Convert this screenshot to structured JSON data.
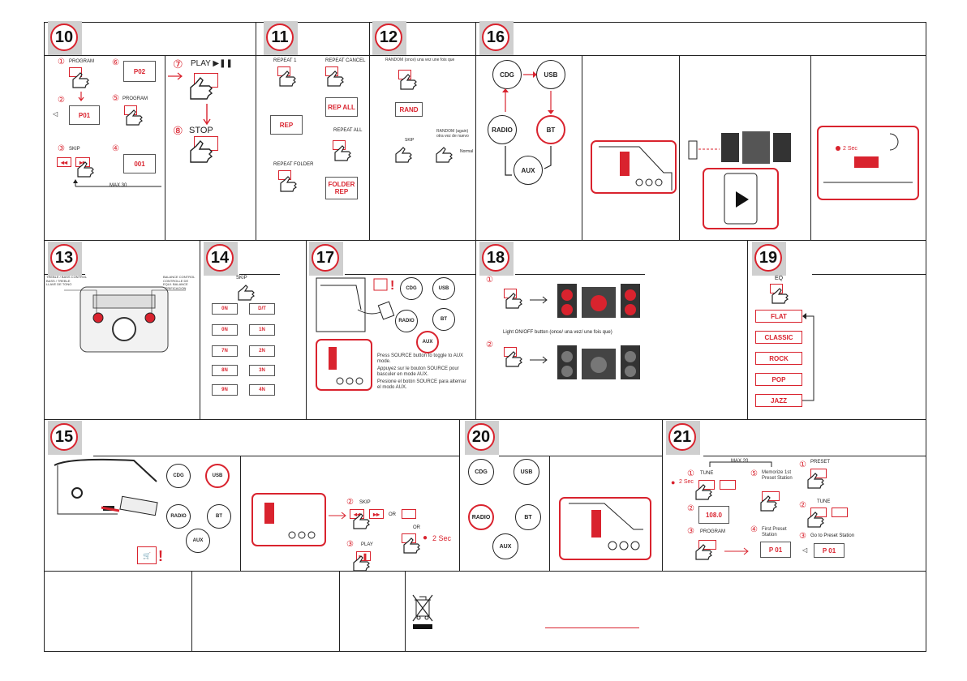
{
  "sections": {
    "s10": {
      "number": "10",
      "program": "PROGRAM",
      "program2": "PROGRAM",
      "p01": "P01",
      "p02": "P02",
      "skip": "SKIP",
      "track": "001",
      "max": "MAX 30",
      "play": "PLAY ▶❚❚",
      "stop": "STOP",
      "step1": "①",
      "step2": "②",
      "step3": "③",
      "step4": "④",
      "step5": "⑤",
      "step6": "⑥",
      "step7": "⑦",
      "step8": "⑧"
    },
    "s11": {
      "number": "11",
      "repeat1": "REPEAT 1",
      "rep": "REP",
      "repeat_folder": "REPEAT FOLDER",
      "repeat_cancel": "REPEAT CANCEL",
      "rep_all": "REP ALL",
      "repeat_all": "REPEAT ALL",
      "folder_rep": "FOLDER REP"
    },
    "s12": {
      "number": "12",
      "random_note": "RANDOM (once) una vez une fois que",
      "rand": "RAND",
      "skip": "SKIP",
      "random_again": "RANDOM (again) otra vez de nuevo",
      "normal": "Normal"
    },
    "s16": {
      "number": "16",
      "cdg": "CDG",
      "usb": "USB",
      "bt": "BT",
      "aux": "AUX",
      "radio": "RADIO"
    },
    "s13": {
      "number": "13",
      "left_note": "TREBLE / BASS CONTROL\nBASS / TREBLE\nLLAVE DE TONO",
      "right_note": "BALANCE CONTROL\nCONTROLLE DE\nEQUI. BALANCE\nVERIFICACION"
    },
    "s14": {
      "number": "14",
      "skip": "SKIP",
      "left": [
        "0N",
        "0N",
        "7N",
        "8N",
        "9N"
      ],
      "right": [
        "D/T",
        "1N",
        "2N",
        "3N",
        "4N"
      ]
    },
    "s17": {
      "number": "17",
      "cdg": "CDG",
      "usb": "USB",
      "bt": "BT",
      "aux": "AUX",
      "radio": "RADIO",
      "desc_en": "Press SOURCE button to toggle to AUX mode.",
      "desc_fr": "Appuyez sur le bouton SOURCE pour basculer en mode AUX.",
      "desc_es": "Presione el botón SOURCE para alternar el modo AUX."
    },
    "s18": {
      "number": "18",
      "light_label": "Light ON/OFF button (once/ una vez/ une fois que)"
    },
    "s19": {
      "number": "19",
      "eq": "EQ",
      "modes": [
        "FLAT",
        "CLASSIC",
        "ROCK",
        "POP",
        "JAZZ"
      ]
    },
    "s15": {
      "number": "15",
      "cdg": "CDG",
      "usb": "USB",
      "bt": "BT",
      "aux": "AUX",
      "radio": "RADIO",
      "skip": "SKIP",
      "or1": "OR",
      "or2": "OR",
      "play": "PLAY",
      "sec": "2 Sec"
    },
    "s20": {
      "number": "20",
      "cdg": "CDG",
      "usb": "USB",
      "bt": "BT",
      "aux": "AUX",
      "radio": "RADIO"
    },
    "s21": {
      "number": "21",
      "max": "MAX 20",
      "tune": "TUNE",
      "sec": "2 Sec",
      "freq": "108.0",
      "program": "PROGRAM",
      "memorize": "Memorize 1st Preset Station",
      "first_preset": "First Preset Station",
      "p01": "P 01",
      "preset": "PRESET",
      "tune2": "TUNE",
      "goto": "Go to Preset Station",
      "p01b": "P 01"
    }
  },
  "colors": {
    "accent": "#d9232e",
    "line": "#222222"
  }
}
